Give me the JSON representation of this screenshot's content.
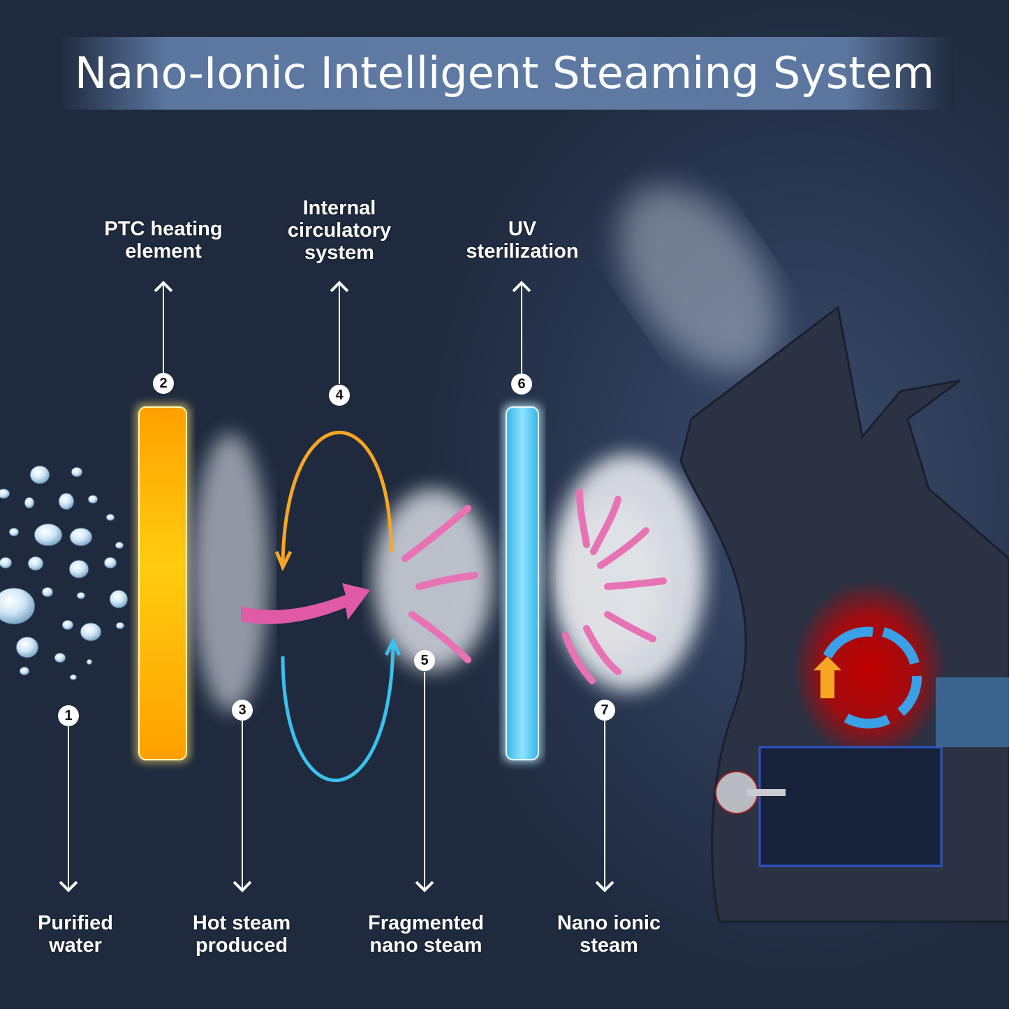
{
  "title": "Nano-Ionic Intelligent Steaming System",
  "steps": [
    {
      "number": "1",
      "label": "Purified\nwater",
      "position": "bottom"
    },
    {
      "number": "2",
      "label": "PTC heating\nelement",
      "position": "top"
    },
    {
      "number": "3",
      "label": "Hot steam\nproduced",
      "position": "bottom"
    },
    {
      "number": "4",
      "label": "Internal\ncirculatory\nsystem",
      "position": "top"
    },
    {
      "number": "5",
      "label": "Fragmented\nnano steam",
      "position": "bottom"
    },
    {
      "number": "6",
      "label": "UV\nsterilization",
      "position": "top"
    },
    {
      "number": "7",
      "label": "Nano ionic\nsteam",
      "position": "bottom"
    }
  ],
  "colors": {
    "background": "#1f2a3e",
    "banner": "#5f7ba4",
    "ptc_bar": "#ffb000",
    "uv_bar": "#4fc8f0",
    "arrow_pink": "#e05aa8",
    "loop_orange": "#f5a623",
    "loop_cyan": "#3bc0ec"
  }
}
